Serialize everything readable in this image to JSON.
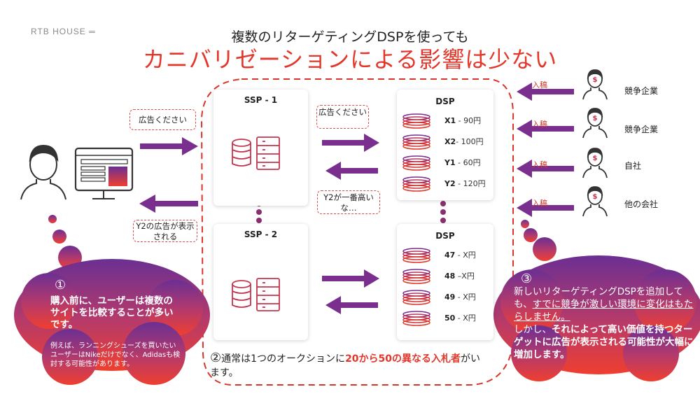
{
  "logo": "RTB HOUSE",
  "title_line1": "複数のリターゲティングDSPを使っても",
  "title_line2": "カニバリゼーションによる影響は少ない",
  "ssp1": {
    "title": "SSP - 1"
  },
  "ssp2": {
    "title": "SSP - 2"
  },
  "dsp1": {
    "title": "DSP",
    "bids": [
      {
        "bidder": "X1",
        "price": " - 90円"
      },
      {
        "bidder": "X2",
        "price": "- 100円"
      },
      {
        "bidder": "Y1",
        "price": " - 60円"
      },
      {
        "bidder": "Y2",
        "price": " - 120円"
      }
    ]
  },
  "dsp2": {
    "title": "DSP",
    "bids": [
      {
        "bidder": "47",
        "price": " - X円"
      },
      {
        "bidder": "48",
        "price": " –X円"
      },
      {
        "bidder": "49",
        "price": " - X円"
      },
      {
        "bidder": "50",
        "price": " - X円"
      }
    ]
  },
  "bubbles": {
    "ad_request_user": "広告ください",
    "ad_request_ssp": "広告ください",
    "highest_bid": "Y2が一番高いな…",
    "y2_shown": "Y2の広告が表示される"
  },
  "competitors": [
    {
      "name": "競争企業",
      "label": "入稿"
    },
    {
      "name": "競争企業",
      "label": "入稿"
    },
    {
      "name": "自社",
      "label": "入稿"
    },
    {
      "name": "他の会社",
      "label": "入稿"
    }
  ],
  "cloud1": {
    "num": "①",
    "main": "購入前に、ユーザーは複数のサイトを比較することが多いです。",
    "sub": "例えば、ランニングシューズを買いたいユーザーはNikeだけでなく、Adidasも検討する可能性があります。"
  },
  "note2": {
    "num": "②",
    "pre": "通常は1つのオークションに",
    "red": "20から50の異なる入札者",
    "post": "がいます。"
  },
  "cloud3": {
    "num": "③",
    "a": "新しいリターゲティングDSPを追加しても、",
    "b": "すでに競争が激しい環境に変化はもたらしません。",
    "c": "しかし、",
    "d": "それによって高い価値を持つターゲットに広告が表示される可能性が大幅に増加します。"
  },
  "colors": {
    "accent": "#e2372a",
    "purple": "#7a2f8e",
    "gradient_top": "#6b2f93",
    "gradient_bottom": "#ef3f2f"
  }
}
